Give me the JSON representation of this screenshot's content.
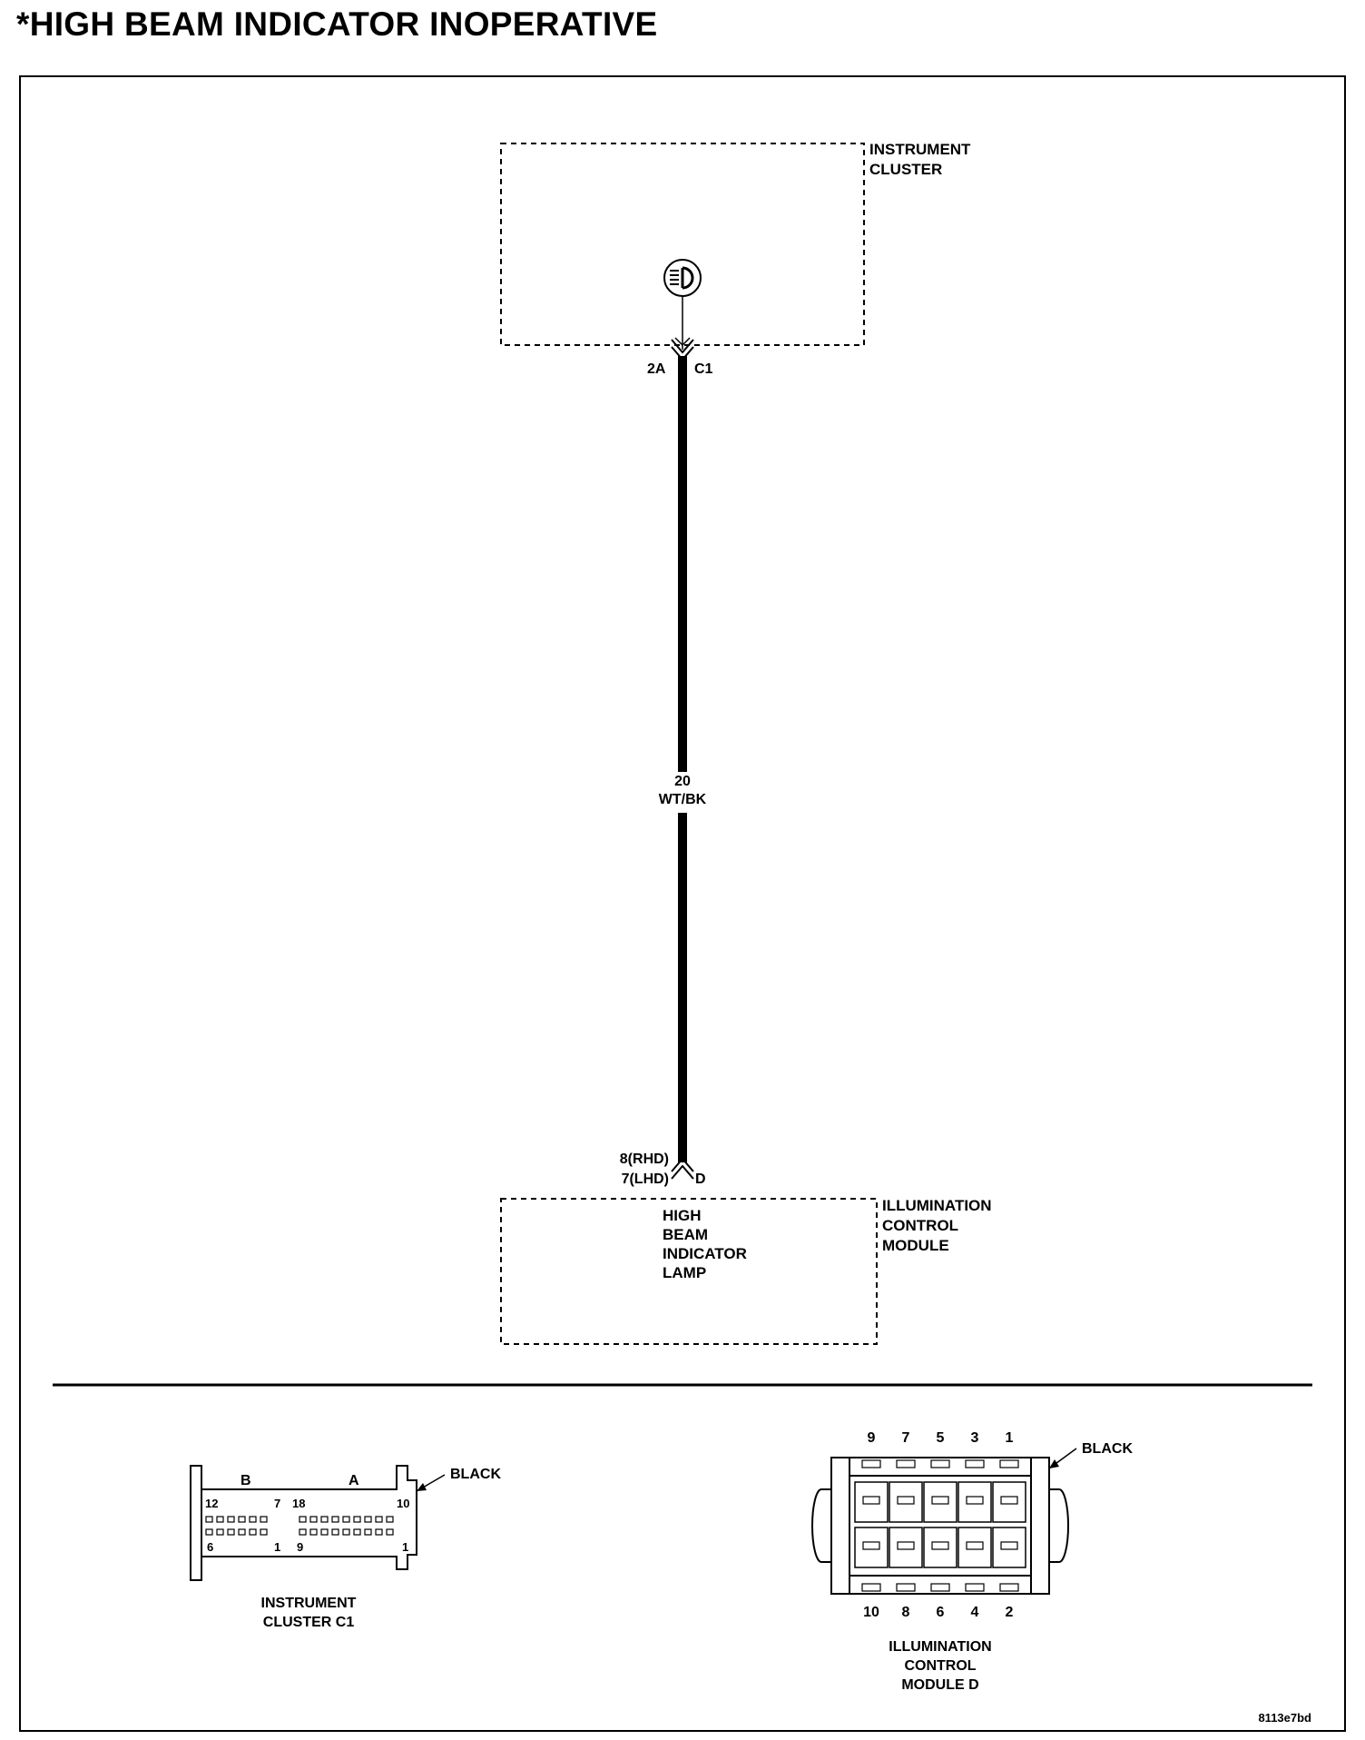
{
  "title": "*HIGH BEAM INDICATOR INOPERATIVE",
  "diagram": {
    "instrument_cluster": {
      "label_lines": [
        "INSTRUMENT",
        "CLUSTER"
      ]
    },
    "connector_top": {
      "pin": "2A",
      "connector": "C1"
    },
    "wire": {
      "gauge": "20",
      "color": "WT/BK"
    },
    "connector_bottom": {
      "pin_lines": [
        "8(RHD)",
        "7(LHD)"
      ],
      "connector": "D"
    },
    "illumination_module": {
      "label_lines": [
        "ILLUMINATION",
        "CONTROL",
        "MODULE"
      ],
      "inner_lines": [
        "HIGH",
        "BEAM",
        "INDICATOR",
        "LAMP"
      ]
    }
  },
  "connector_views": {
    "instrument_cluster_c1": {
      "section_labels": [
        "B",
        "A"
      ],
      "pin_numbers_top": [
        "12",
        "7",
        "18",
        "10"
      ],
      "pin_numbers_bottom": [
        "6",
        "1",
        "9",
        "1"
      ],
      "color_label": "BLACK",
      "caption_lines": [
        "INSTRUMENT",
        "CLUSTER C1"
      ]
    },
    "illumination_module_d": {
      "top_pins": [
        "9",
        "7",
        "5",
        "3",
        "1"
      ],
      "bottom_pins": [
        "10",
        "8",
        "6",
        "4",
        "2"
      ],
      "color_label": "BLACK",
      "caption_lines": [
        "ILLUMINATION",
        "CONTROL",
        "MODULE D"
      ]
    }
  },
  "figure_id": "8113e7bd"
}
